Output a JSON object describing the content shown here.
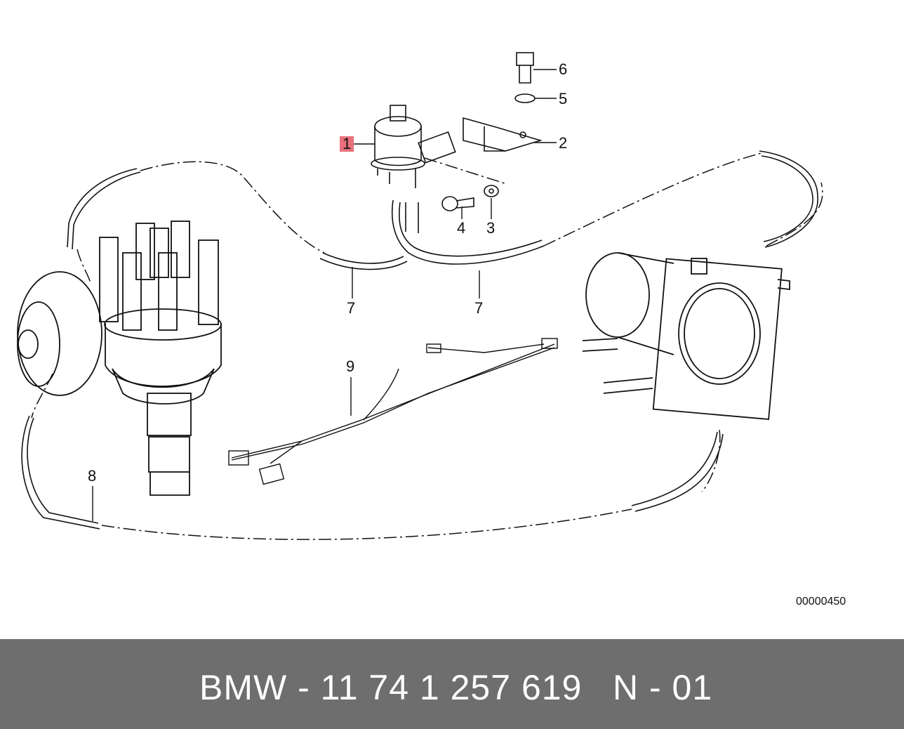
{
  "diagram": {
    "callouts": [
      {
        "id": "1",
        "label": "1",
        "highlighted": true
      },
      {
        "id": "2",
        "label": "2"
      },
      {
        "id": "3",
        "label": "3"
      },
      {
        "id": "4",
        "label": "4"
      },
      {
        "id": "5",
        "label": "5"
      },
      {
        "id": "6",
        "label": "6"
      },
      {
        "id": "7a",
        "label": "7"
      },
      {
        "id": "7b",
        "label": "7"
      },
      {
        "id": "8",
        "label": "8"
      },
      {
        "id": "9",
        "label": "9"
      }
    ],
    "code": "00000450",
    "highlight_color": "#e8707a"
  },
  "footer": {
    "part_text": "BMW - 11 74 1 257 619",
    "code_text": "N - 01",
    "background": "#6e6e6e",
    "text_color": "#ffffff"
  }
}
